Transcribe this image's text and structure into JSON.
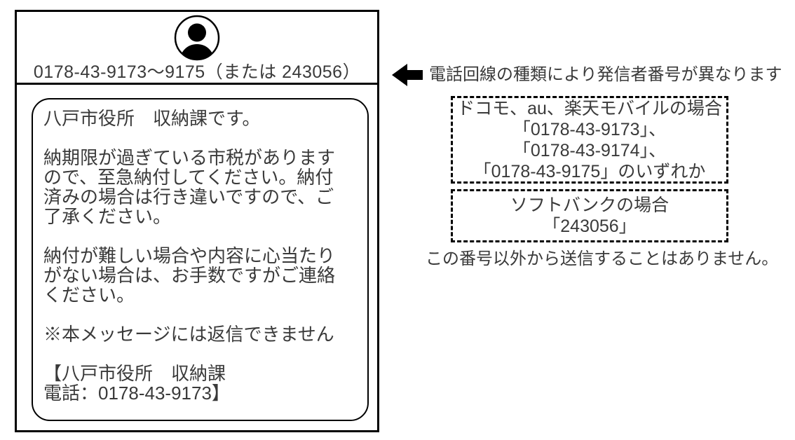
{
  "colors": {
    "background": "#ffffff",
    "text": "#3a3a3a",
    "border": "#000000",
    "icon": "#000000"
  },
  "phone_mock": {
    "avatar_icon": "person-avatar-icon",
    "caller_number": "0178-43-9173～9175（または 243056）",
    "message_paragraphs": [
      [
        "八戸市役所　収納課です。"
      ],
      [
        "納期限が過ぎている市税があります",
        "ので、至急納付してください。納付",
        "済みの場合は行き違いですので、ご",
        "了承ください。"
      ],
      [
        "納付が難しい場合や内容に心当たり",
        "がない場合は、お手数ですがご連絡",
        "ください。"
      ],
      [
        "※本メッセージには返信できません"
      ],
      [
        "【八戸市役所　収納課",
        "電話：0178-43-9173】"
      ]
    ]
  },
  "annotation": {
    "arrow_icon": "left-block-arrow-icon",
    "heading": "電話回線の種類により発信者番号が異なります",
    "carrier_boxes": [
      {
        "lines": [
          "ドコモ、au、楽天モバイルの場合",
          "「0178-43-9173」、",
          "「0178-43-9174」、",
          "「0178-43-9175」のいずれか"
        ]
      },
      {
        "lines": [
          "ソフトバンクの場合",
          "「243056」"
        ]
      }
    ],
    "note": "この番号以外から送信することはありません。"
  }
}
